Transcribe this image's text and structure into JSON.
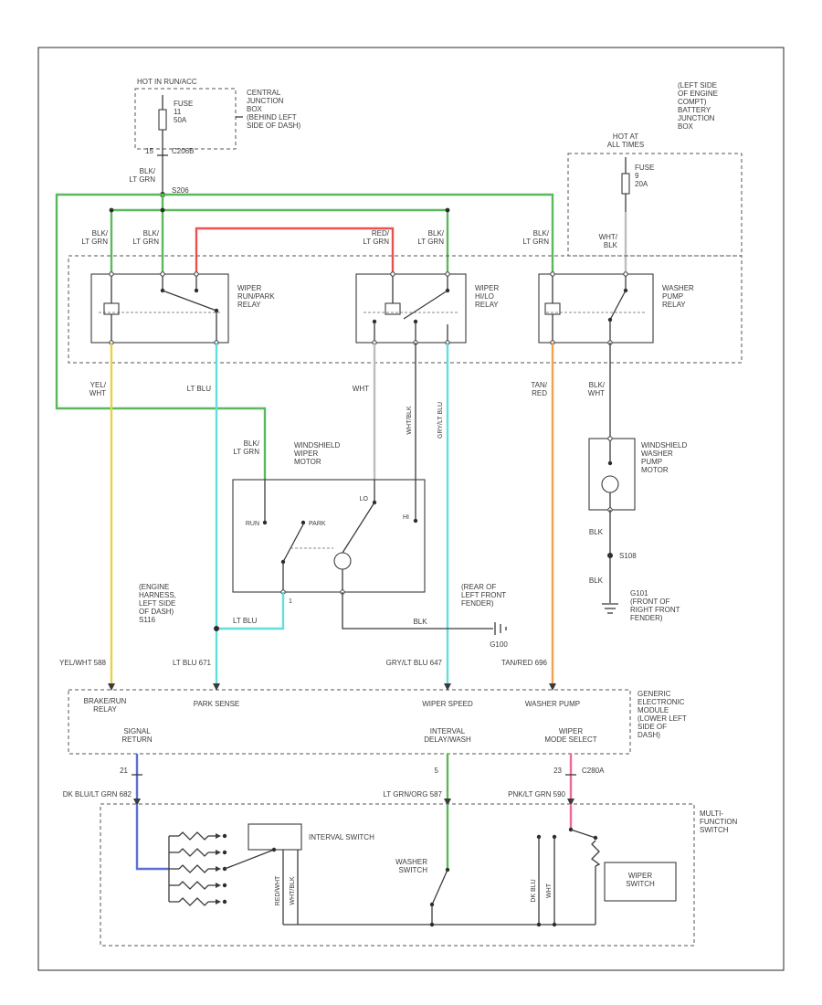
{
  "colors": {
    "wire_green": "#5cb85c",
    "wire_red": "#e9534f",
    "wire_yellow": "#e3d24a",
    "wire_ltblu": "#63dede",
    "wire_orange": "#f0a24f",
    "wire_blue": "#5b6fd6",
    "wire_pink": "#ee6a93",
    "wire_white": "#bdbdbd"
  },
  "power": {
    "left": {
      "title": "HOT IN RUN/ACC",
      "fuse": "FUSE\n11\n50A",
      "box": "CENTRAL\nJUNCTION\nBOX\n(BEHIND LEFT\nSIDE OF DASH)",
      "pin": "15",
      "connector": "C206B",
      "wire": "BLK/\nLT GRN",
      "splice": "S206"
    },
    "right": {
      "title": "HOT AT\nALL TIMES",
      "fuse": "FUSE\n9\n20A",
      "box": "(LEFT SIDE\nOF ENGINE\nCOMPT)\nBATTERY\nJUNCTION\nBOX",
      "wire": "WHT/\nBLK"
    }
  },
  "relays": {
    "run_park": {
      "name": "WIPER\nRUN/PARK\nRELAY",
      "pin_a": "BLK/\nLT GRN",
      "pin_b": "BLK/\nLT GRN",
      "out_a": "YEL/\nWHT",
      "out_b": "LT BLU"
    },
    "hi_lo": {
      "name": "WIPER\nHI/LO\nRELAY",
      "pin_a": "RED/\nLT GRN",
      "pin_b": "BLK/\nLT GRN",
      "out_a": "WHT",
      "out_b": "WHT/BLK",
      "out_c": "GRY/LT BLU"
    },
    "washer": {
      "name": "WASHER\nPUMP\nRELAY",
      "pin_a": "BLK/\nLT GRN",
      "out_a": "TAN/\nRED",
      "out_b": "BLK/\nWHT"
    }
  },
  "wiper_motor": {
    "name": "WINDSHIELD\nWIPER\nMOTOR",
    "feed": "BLK/\nLT GRN",
    "run": "RUN",
    "park": "PARK",
    "lo": "LO",
    "hi": "HI",
    "pin1": "1",
    "park_wire": "LT BLU",
    "splice_block": "(ENGINE\nHARNESS,\nLEFT SIDE\nOF DASH)\nS116",
    "gnd_wire": "BLK",
    "gnd_loc": "(REAR OF\nLEFT FRONT\nFENDER)",
    "gnd": "G100"
  },
  "washer_motor": {
    "name": "WINDSHIELD\nWASHER\nPUMP\nMOTOR",
    "wire_a": "BLK",
    "splice": "S108",
    "wire_b": "BLK",
    "gnd": "G101\n(FRONT OF\nRIGHT FRONT\nFENDER)"
  },
  "circuits": {
    "yel": "YEL/WHT 588",
    "ltblu": "LT BLU 671",
    "gry": "GRY/LT BLU 647",
    "tan": "TAN/RED 696",
    "dkblu": "DK BLU/LT GRN 682",
    "ltgrn": "LT GRN/ORG 587",
    "pnk": "PNK/LT GRN 590"
  },
  "gem": {
    "name": "GENERIC\nELECTRONIC\nMODULE\n(LOWER LEFT\nSIDE OF\nDASH)",
    "in1": "BRAKE/RUN\nRELAY",
    "in2": "PARK SENSE",
    "in3": "WIPER SPEED",
    "in4": "WASHER PUMP",
    "out1": "SIGNAL\nRETURN",
    "out2": "INTERVAL\nDELAY/WASH",
    "out3": "WIPER\nMODE SELECT",
    "pin21": "21",
    "pin5": "5",
    "pin23": "23",
    "connector": "C280A"
  },
  "mfs": {
    "name": "MULTI-\nFUNCTION\nSWITCH",
    "interval": "INTERVAL SWITCH",
    "washer": "WASHER\nSWITCH",
    "wiper": "WIPER\nSWITCH",
    "rot_a": "RED/WHT",
    "rot_b": "WHT/BLK",
    "rot_c": "DK BLU",
    "rot_d": "WHT"
  }
}
